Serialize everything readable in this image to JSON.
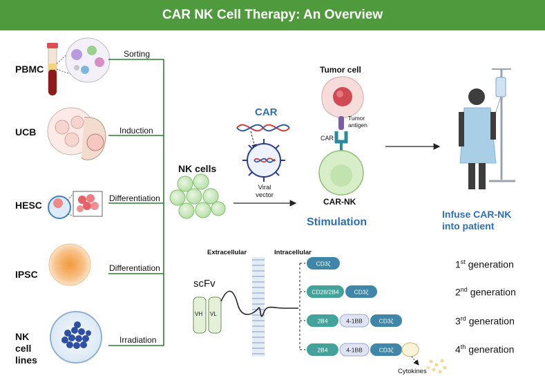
{
  "title": "CAR NK Cell Therapy: An Overview",
  "sources": [
    {
      "label": "PBMC",
      "step": "Sorting"
    },
    {
      "label": "UCB",
      "step": "Induction"
    },
    {
      "label": "HESC",
      "step": "Differentiation"
    },
    {
      "label": "IPSC",
      "step": "Differentiation"
    },
    {
      "label": "NK cell lines",
      "step": "Irradiation"
    }
  ],
  "center": {
    "nk_cells": "NK cells",
    "car": "CAR",
    "viral_vector": "Viral vector",
    "stimulation": "Stimulation"
  },
  "car_nk": {
    "tumor_cell": "Tumor cell",
    "tumor_antigen": "Tumor antigen",
    "car": "CAR",
    "car_nk": "CAR-NK"
  },
  "infuse": "Infuse CAR-NK into patient",
  "construct": {
    "extracellular": "Extracellular",
    "intracellular": "Intracellular",
    "scfv": "scFv",
    "vh": "VH",
    "vl": "VL",
    "cytokines": "Cytokines",
    "generations": [
      {
        "num": "1",
        "sup": "st",
        "text": "generation",
        "domains": [
          "CD3ζ"
        ]
      },
      {
        "num": "2",
        "sup": "nd",
        "text": "generation",
        "domains": [
          "CD28/2B4",
          "CD3ζ"
        ]
      },
      {
        "num": "3",
        "sup": "rd",
        "text": "generation",
        "domains": [
          "2B4",
          "4-1BB",
          "CD3ζ"
        ]
      },
      {
        "num": "4",
        "sup": "th",
        "text": "generation",
        "domains": [
          "2B4",
          "4-1BB",
          "CD3ζ"
        ]
      }
    ]
  },
  "colors": {
    "banner": "#4e9a3c",
    "connector": "#2e7d32",
    "accent_blue": "#2f6fb5",
    "cd3z": "#3f86a8",
    "costim": "#43a39a",
    "fourbb": "#dfe3f3"
  }
}
